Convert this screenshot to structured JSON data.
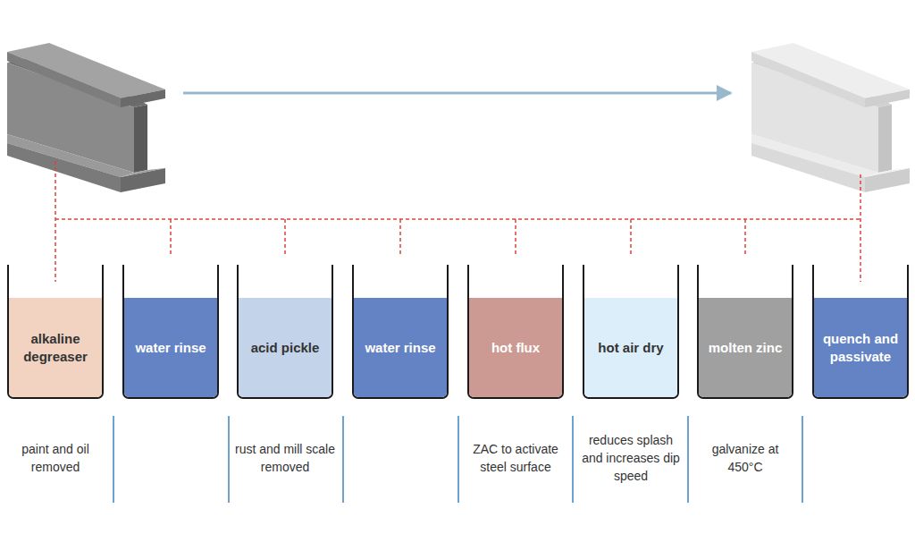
{
  "diagram": {
    "nodes": [
      {
        "text": [
          "alkaline degreaser"
        ]
      },
      {
        "text": [
          "water rinse"
        ]
      },
      {
        "text": [
          "acid pickle"
        ]
      },
      {
        "text": [
          "water rinse"
        ]
      },
      {
        "text": [
          "hot flux"
        ]
      },
      {
        "text": [
          "hot air dry"
        ]
      },
      {
        "text": [
          "molten zinc"
        ]
      },
      {
        "text": [
          "quench and passivate"
        ]
      }
    ],
    "labels": [
      "paint and oil removed",
      "rust and mill scale removed",
      "ZAC to activate steel surface",
      "reduces splash and increases dip speed",
      "galvanize at 450°C"
    ]
  }
}
